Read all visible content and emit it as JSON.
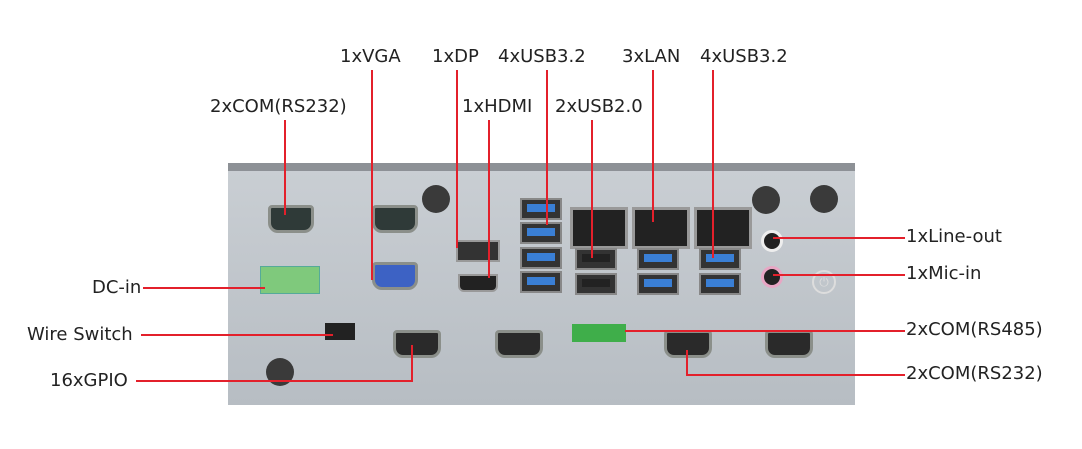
{
  "labels": {
    "com_top": "2xCOM(RS232)",
    "vga": "1xVGA",
    "dp": "1xDP",
    "hdmi": "1xHDMI",
    "usb32_a": "4xUSB3.2",
    "usb20": "2xUSB2.0",
    "lan": "3xLAN",
    "usb32_b": "4xUSB3.2",
    "line_out": "1xLine-out",
    "mic_in": "1xMic-in",
    "dc_in": "DC-in",
    "wire_switch": "Wire Switch",
    "gpio": "16xGPIO",
    "com_rs485": "2xCOM(RS485)",
    "com_bottom": "2xCOM(RS232)"
  },
  "colors": {
    "leader": "#e3202b",
    "usb3": "#3a7fd5",
    "terminal": "#3fae4a"
  }
}
